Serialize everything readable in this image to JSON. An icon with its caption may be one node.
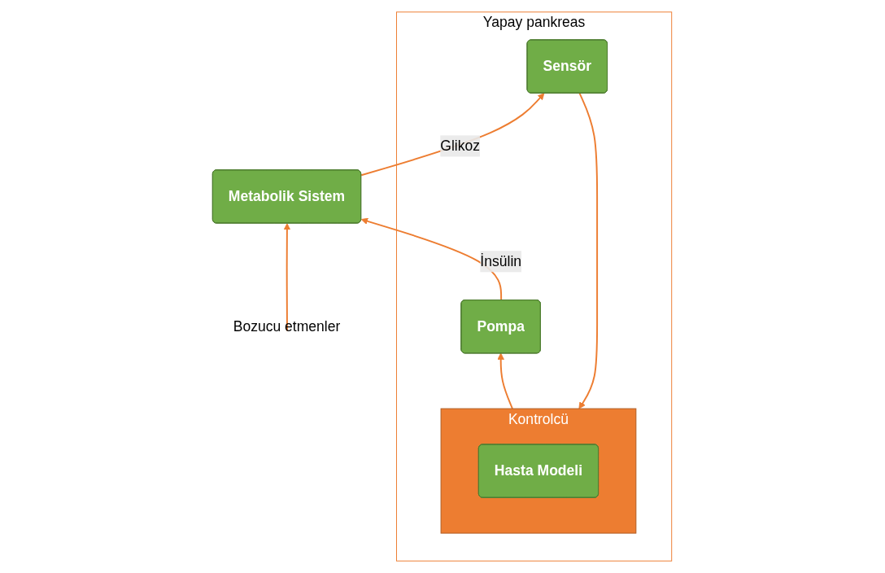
{
  "diagram": {
    "nodes": [
      {
        "text": [
          "Yapay pankreas"
        ]
      },
      {
        "text": [
          "Sensör"
        ],
        "in": 0
      },
      {
        "text": [
          "Kontrolcü"
        ],
        "in": 0
      },
      {
        "text": [
          "Hasta Modeli"
        ],
        "in": 2
      },
      {
        "text": [
          "Pompa"
        ],
        "in": 0
      },
      {
        "text": [
          "Metabolik Sistem"
        ]
      },
      {
        "text": [
          "Bozucu etmenler"
        ]
      }
    ],
    "edges": [
      {
        "from": 1,
        "to": 2,
        "arrow": "to"
      },
      {
        "from": 2,
        "to": 4,
        "arrow": "to"
      },
      {
        "from": 4,
        "to": 5,
        "arrow": "to",
        "label": "İnsülin"
      },
      {
        "from": 5,
        "to": 1,
        "arrow": "to",
        "label": "Glikoz"
      },
      {
        "from": 6,
        "to": 5,
        "arrow": "to"
      }
    ]
  }
}
